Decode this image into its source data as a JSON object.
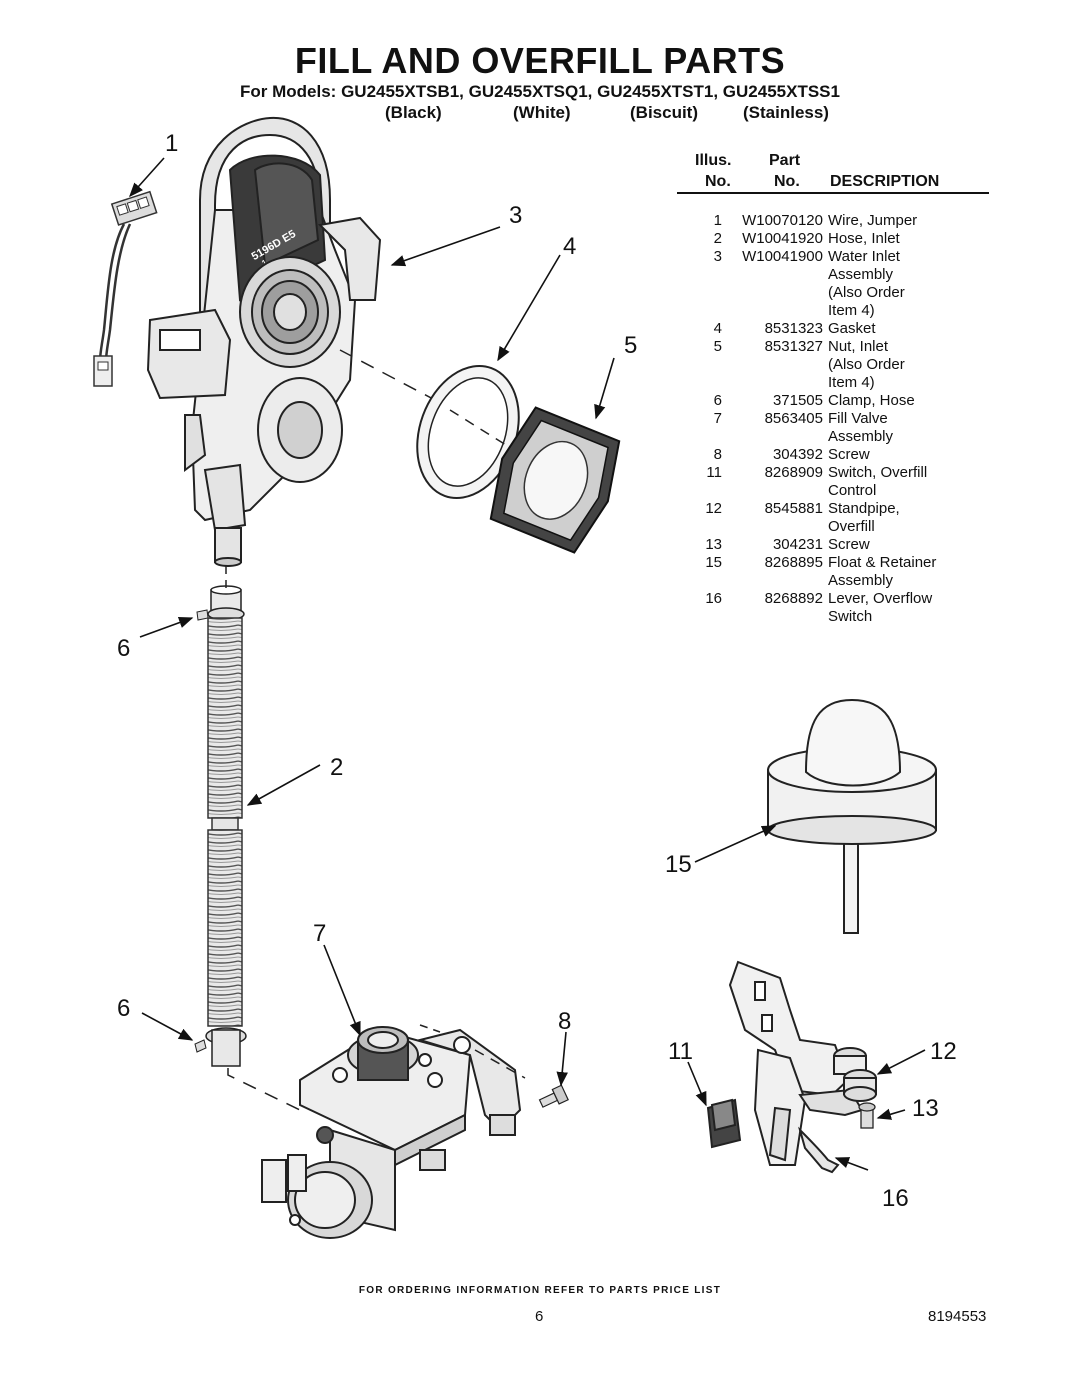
{
  "title": "FILL AND OVERFILL PARTS",
  "models_line": "For Models: GU2455XTSB1, GU2455XTSQ1, GU2455XTST1, GU2455XTSS1",
  "colors": [
    "(Black)",
    "(White)",
    "(Biscuit)",
    "(Stainless)"
  ],
  "table": {
    "header_illus": "Illus.",
    "header_no_1": "No.",
    "header_part": "Part",
    "header_no_2": "No.",
    "header_description": "DESCRIPTION",
    "rows": [
      {
        "illus": "1",
        "part": "W10070120",
        "desc": [
          "Wire, Jumper"
        ]
      },
      {
        "illus": "2",
        "part": "W10041920",
        "desc": [
          "Hose, Inlet"
        ]
      },
      {
        "illus": "3",
        "part": "W10041900",
        "desc": [
          "Water Inlet",
          "Assembly",
          "(Also Order",
          "Item 4)"
        ]
      },
      {
        "illus": "4",
        "part": "8531323",
        "desc": [
          "Gasket"
        ]
      },
      {
        "illus": "5",
        "part": "8531327",
        "desc": [
          "Nut, Inlet",
          "(Also Order",
          "Item 4)"
        ]
      },
      {
        "illus": "6",
        "part": "371505",
        "desc": [
          "Clamp, Hose"
        ]
      },
      {
        "illus": "7",
        "part": "8563405",
        "desc": [
          "Fill Valve",
          "Assembly"
        ]
      },
      {
        "illus": "8",
        "part": "304392",
        "desc": [
          "Screw"
        ]
      },
      {
        "illus": "11",
        "part": "8268909",
        "desc": [
          "Switch, Overfill",
          "Control"
        ]
      },
      {
        "illus": "12",
        "part": "8545881",
        "desc": [
          "Standpipe,",
          "Overfill"
        ]
      },
      {
        "illus": "13",
        "part": "304231",
        "desc": [
          "Screw"
        ]
      },
      {
        "illus": "15",
        "part": "8268895",
        "desc": [
          "Float & Retainer",
          "Assembly"
        ]
      },
      {
        "illus": "16",
        "part": "8268892",
        "desc": [
          "Lever, Overflow",
          "Switch"
        ]
      }
    ]
  },
  "callouts": {
    "c1": "1",
    "c3": "3",
    "c4": "4",
    "c5": "5",
    "c6a": "6",
    "c2": "2",
    "c15": "15",
    "c7": "7",
    "c6b": "6",
    "c8": "8",
    "c11": "11",
    "c12": "12",
    "c13": "13",
    "c16": "16"
  },
  "footer_note": "FOR ORDERING INFORMATION REFER TO PARTS PRICE LIST",
  "page_number": "6",
  "document_number": "8194553",
  "part_markings": {
    "inlet_label_top": "5196D E5",
    "inlet_label_bottom": "1"
  }
}
